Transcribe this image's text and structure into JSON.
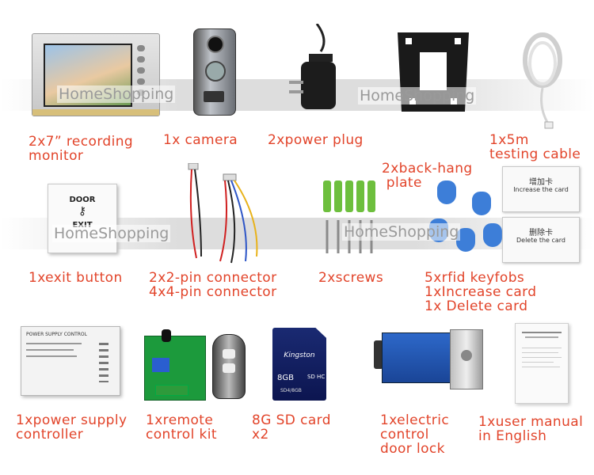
{
  "watermark": "HomeShopping",
  "row1": [
    {
      "lines": [
        "2x7” recording",
        "monitor"
      ]
    },
    {
      "lines": [
        "1x camera"
      ]
    },
    {
      "lines": [
        "2xpower plug"
      ]
    },
    {
      "lines": [
        "2xback-hang",
        " plate"
      ]
    },
    {
      "lines": [
        "1x5m",
        "testing cable"
      ]
    }
  ],
  "row2": [
    {
      "lines": [
        "1xexit button"
      ]
    },
    {
      "lines": [
        "2x2-pin connector",
        "4x4-pin connector"
      ]
    },
    {
      "lines": [
        "2xscrews"
      ]
    },
    {
      "lines": [
        "5xrfid keyfobs",
        "1xIncrease card",
        "1x Delete card"
      ]
    }
  ],
  "row3": [
    {
      "lines": [
        "1xpower supply",
        "controller"
      ]
    },
    {
      "lines": [
        "1xremote",
        "control kit"
      ]
    },
    {
      "lines": [
        "8G SD card",
        "x2"
      ]
    },
    {
      "lines": [
        "1xelectric",
        "control",
        "door lock"
      ]
    },
    {
      "lines": [
        "1xuser manual",
        "in English"
      ]
    }
  ],
  "labels": {
    "exit_top": "DOOR",
    "exit_bottom": "EXIT",
    "increase_card_title": "增加卡",
    "increase_card_text": "Increase the card",
    "delete_card_title": "删除卡",
    "delete_card_text": "Delete the card",
    "psu_title": "POWER SUPPLY CONTROL",
    "sd_brand": "Kingston",
    "sd_size": "8GB",
    "sd_model": "SD4/8GB",
    "sd_hc": "SD HC"
  },
  "colors": {
    "caption": "#e2442a",
    "watermark": "#9a9a9a",
    "keyfob": "#3d7ed8",
    "screw_anchor": "#6dbf3d"
  }
}
